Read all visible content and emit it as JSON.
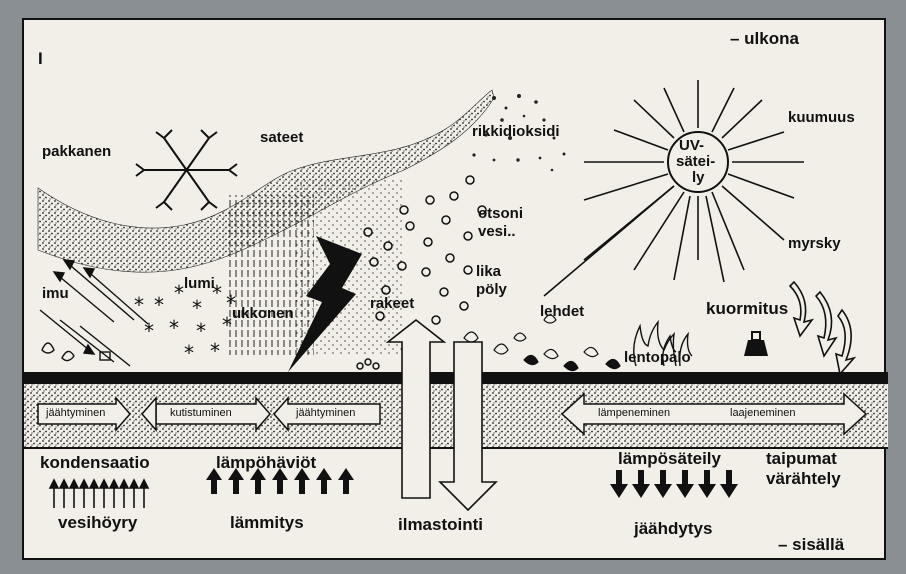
{
  "figure": {
    "panel_label": "I",
    "outside_label": "– ulkona",
    "inside_label": "– sisällä"
  },
  "labels": {
    "pakkanen": "pakkanen",
    "sateet": "sateet",
    "rikkidioksidi": "rikkidioksidi",
    "kuumuus": "kuumuus",
    "uv": [
      "UV-",
      "sätei-",
      "ly"
    ],
    "otsoni": "otsoni",
    "vesi": "vesi..",
    "lika": "lika",
    "poly": "pöly",
    "myrsky": "myrsky",
    "imu": "imu",
    "lumi": "lumi",
    "ukkonen": "ukkonen",
    "rakeet": "rakeet",
    "lehdet": "lehdet",
    "kuormitus": "kuormitus",
    "lentopalo": "lentopalo",
    "jaahtyminen_1": "jäähtyminen",
    "kutistuminen": "kutistuminen",
    "jaahtyminen_2": "jäähtyminen",
    "lampeneminen": "lämpeneminen",
    "laajeneminen": "laajeneminen",
    "kondensaatio": "kondensaatio",
    "lampohaviot": "lämpöhäviöt",
    "lamposateily": "lämpösäteily",
    "taipumat": "taipumat",
    "varahtely": "värähtely",
    "vesihoyry": "vesihöyry",
    "lammitys": "lämmitys",
    "ilmastointi": "ilmastointi",
    "jaahdytys": "jäähdytys"
  },
  "colors": {
    "ink": "#111111",
    "paper": "#f1efe8",
    "backdrop": "#8a8f93"
  }
}
